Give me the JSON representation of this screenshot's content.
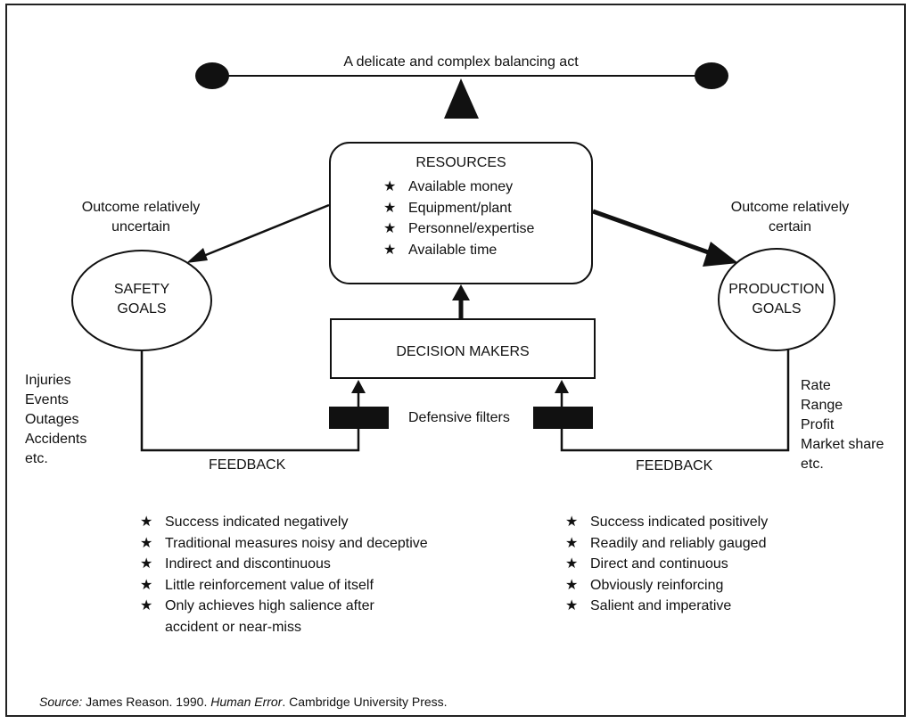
{
  "balance": {
    "title": "A delicate and complex balancing act"
  },
  "resources": {
    "title": "RESOURCES",
    "items": [
      "Available money",
      "Equipment/plant",
      "Personnel/expertise",
      "Available time"
    ]
  },
  "safety": {
    "outcome": [
      "Outcome relatively",
      "uncertain"
    ],
    "goal": [
      "SAFETY",
      "GOALS"
    ],
    "measures": [
      "Injuries",
      "Events",
      "Outages",
      "Accidents",
      "etc."
    ],
    "feedback_label": "FEEDBACK",
    "characteristics": [
      "Success indicated negatively",
      "Traditional measures noisy and deceptive",
      "Indirect and discontinuous",
      "Little reinforcement value of itself",
      "Only achieves high salience after"
    ],
    "characteristics_continuation": "accident or near-miss"
  },
  "production": {
    "outcome": [
      "Outcome relatively",
      "certain"
    ],
    "goal": [
      "PRODUCTION",
      "GOALS"
    ],
    "measures": [
      "Rate",
      "Range",
      "Profit",
      "Market share",
      "etc."
    ],
    "feedback_label": "FEEDBACK",
    "characteristics": [
      "Success indicated positively",
      "Readily and reliably gauged",
      "Direct and continuous",
      "Obviously reinforcing",
      "Salient and imperative"
    ]
  },
  "decision_makers": {
    "label": "DECISION MAKERS"
  },
  "filters": {
    "label": "Defensive filters"
  },
  "bullet_glyph": "★",
  "source": {
    "label": "Source:",
    "authors_year": " James Reason. 1990. ",
    "book": "Human Error",
    "publisher": ". Cambridge University Press."
  }
}
